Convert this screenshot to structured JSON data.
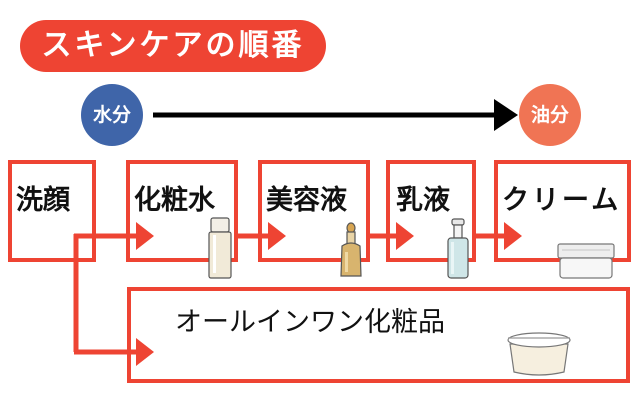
{
  "title": "スキンケアの順番",
  "axis": {
    "start": "水分",
    "end": "油分"
  },
  "steps": [
    {
      "label": "洗顔",
      "product": ""
    },
    {
      "label": "化粧水",
      "product": "tall-bottle-icon"
    },
    {
      "label": "美容液",
      "product": "dropper-bottle-icon"
    },
    {
      "label": "乳液",
      "product": "pump-bottle-icon"
    },
    {
      "label": "クリーム",
      "product": "cream-jar-icon"
    }
  ],
  "all_in_one": {
    "label": "オールインワン化粧品",
    "product": "large-jar-icon"
  },
  "colors": {
    "accent": "#ee4433",
    "water": "#3f65a9",
    "oil": "#f07454"
  }
}
